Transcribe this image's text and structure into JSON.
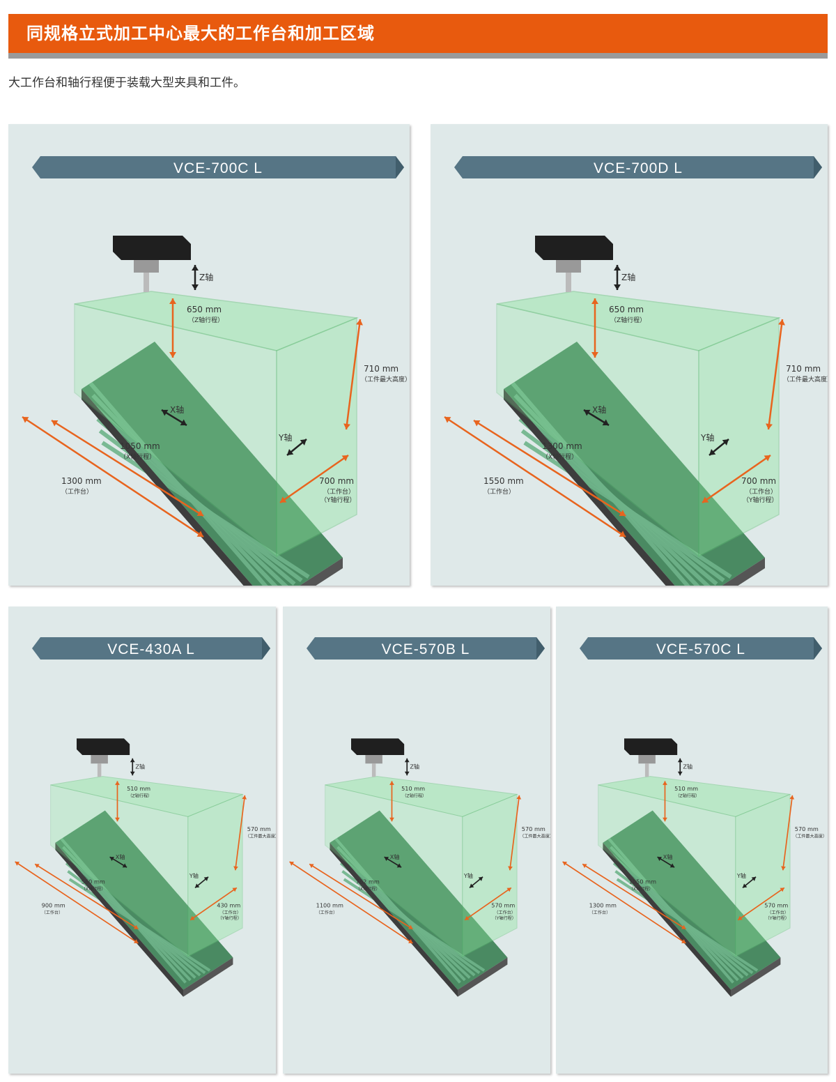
{
  "header": {
    "title": "同规格立式加工中心最大的工作台和加工区域"
  },
  "subtitle": "大工作台和轴行程便于装载大型夹具和工件。",
  "colors": {
    "header_bg": "#e85a0e",
    "panel_bg": "#dfe9e9",
    "banner": "#567585",
    "arrow": "#e8641e",
    "box_fill": "#8fe6a0",
    "box_stroke": "#5fc074"
  },
  "panels": [
    {
      "model": "VCE-700C L",
      "z_axis": "Z轴",
      "x_axis": "X轴",
      "y_axis": "Y轴",
      "z_travel": "650 mm",
      "z_travel_note": "（Z轴行程）",
      "height": "710 mm",
      "height_note": "（工件最大高度）",
      "x_travel": "1050 mm",
      "x_travel_note": "（X轴行程）",
      "table_len": "1300 mm",
      "table_len_note": "（工作台）",
      "y_travel": "700 mm",
      "y_note1": "（工作台）",
      "y_note2": "（Y轴行程）"
    },
    {
      "model": "VCE-700D L",
      "z_axis": "Z轴",
      "x_axis": "X轴",
      "y_axis": "Y轴",
      "z_travel": "650 mm",
      "z_travel_note": "（Z轴行程）",
      "height": "710 mm",
      "height_note": "（工件最大高度）",
      "x_travel": "1300 mm",
      "x_travel_note": "（X轴行程）",
      "table_len": "1550 mm",
      "table_len_note": "（工作台）",
      "y_travel": "700 mm",
      "y_note1": "（工作台）",
      "y_note2": "（Y轴行程）"
    },
    {
      "model": "VCE-430A L",
      "z_axis": "Z轴",
      "x_axis": "X轴",
      "y_axis": "Y轴",
      "z_travel": "510 mm",
      "z_travel_note": "（Z轴行程）",
      "height": "570 mm",
      "height_note": "（工件最大高度）",
      "x_travel": "560 mm",
      "x_travel_note": "（X轴行程）",
      "table_len": "900 mm",
      "table_len_note": "（工作台）",
      "y_travel": "430 mm",
      "y_note1": "（工作台）",
      "y_note2": "（Y轴行程）"
    },
    {
      "model": "VCE-570B L",
      "z_axis": "Z轴",
      "x_axis": "X轴",
      "y_axis": "Y轴",
      "z_travel": "510 mm",
      "z_travel_note": "（Z轴行程）",
      "height": "570 mm",
      "height_note": "（工件最大高度）",
      "x_travel": "762 mm",
      "x_travel_note": "（X轴行程）",
      "table_len": "1100 mm",
      "table_len_note": "（工作台）",
      "y_travel": "570 mm",
      "y_note1": "（工作台）",
      "y_note2": "（Y轴行程）"
    },
    {
      "model": "VCE-570C L",
      "z_axis": "Z轴",
      "x_axis": "X轴",
      "y_axis": "Y轴",
      "z_travel": "510 mm",
      "z_travel_note": "（Z轴行程）",
      "height": "570 mm",
      "height_note": "（工件最大高度）",
      "x_travel": "1050 mm",
      "x_travel_note": "（X轴行程）",
      "table_len": "1300 mm",
      "table_len_note": "（工作台）",
      "y_travel": "570 mm",
      "y_note1": "（工作台）",
      "y_note2": "（Y轴行程）"
    }
  ]
}
